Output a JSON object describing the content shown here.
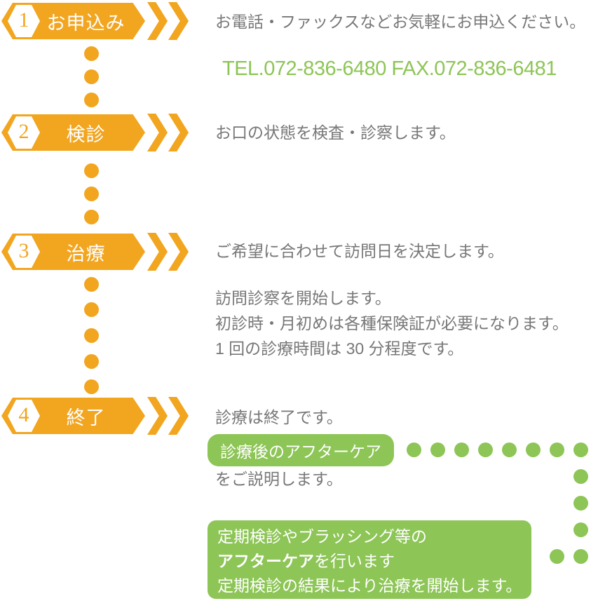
{
  "colors": {
    "orange": "#F2A51F",
    "green": "#8DC556",
    "text_gray": "#777777",
    "white": "#FFFFFF"
  },
  "steps": [
    {
      "number": "1",
      "label": "お申込み",
      "description": "お電話・ファックスなどお気軽にお申込ください。"
    },
    {
      "number": "2",
      "label": "検診",
      "description": "お口の状態を検査・診察します。"
    },
    {
      "number": "3",
      "label": "治療",
      "description": "ご希望に合わせて訪問日を決定します。"
    },
    {
      "number": "4",
      "label": "終了",
      "description": "診療は終了です。"
    }
  ],
  "contact": {
    "tel_fax": "TEL.072-836-6480 FAX.072-836-6481"
  },
  "visit_details": {
    "line1": "訪問診察を開始します。",
    "line2": "初診時・月初めは各種保険証が必要になります。",
    "line3": "1 回の診療時間は 30 分程度です。"
  },
  "aftercare": {
    "pill_label": "診療後のアフターケア",
    "suffix": "をご説明します。",
    "box": {
      "line1": "定期検診やブラッシング等の",
      "line2_bold": "アフターケア",
      "line2_rest": "を行います",
      "line3": "定期検診の結果により治療を開始します。"
    }
  }
}
